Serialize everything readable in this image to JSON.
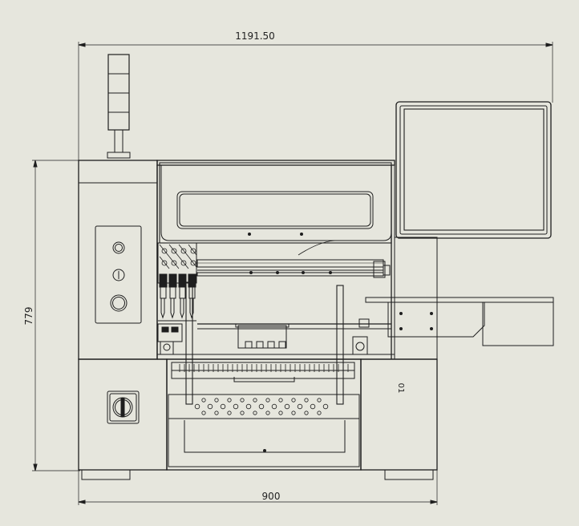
{
  "dimensions": {
    "width_label": "1191.50",
    "height_label": "779",
    "base_width_label": "900"
  },
  "labels": {
    "side_mark": "01"
  },
  "colors": {
    "background": "#e6e6dd",
    "line": "#1e1e1e"
  }
}
